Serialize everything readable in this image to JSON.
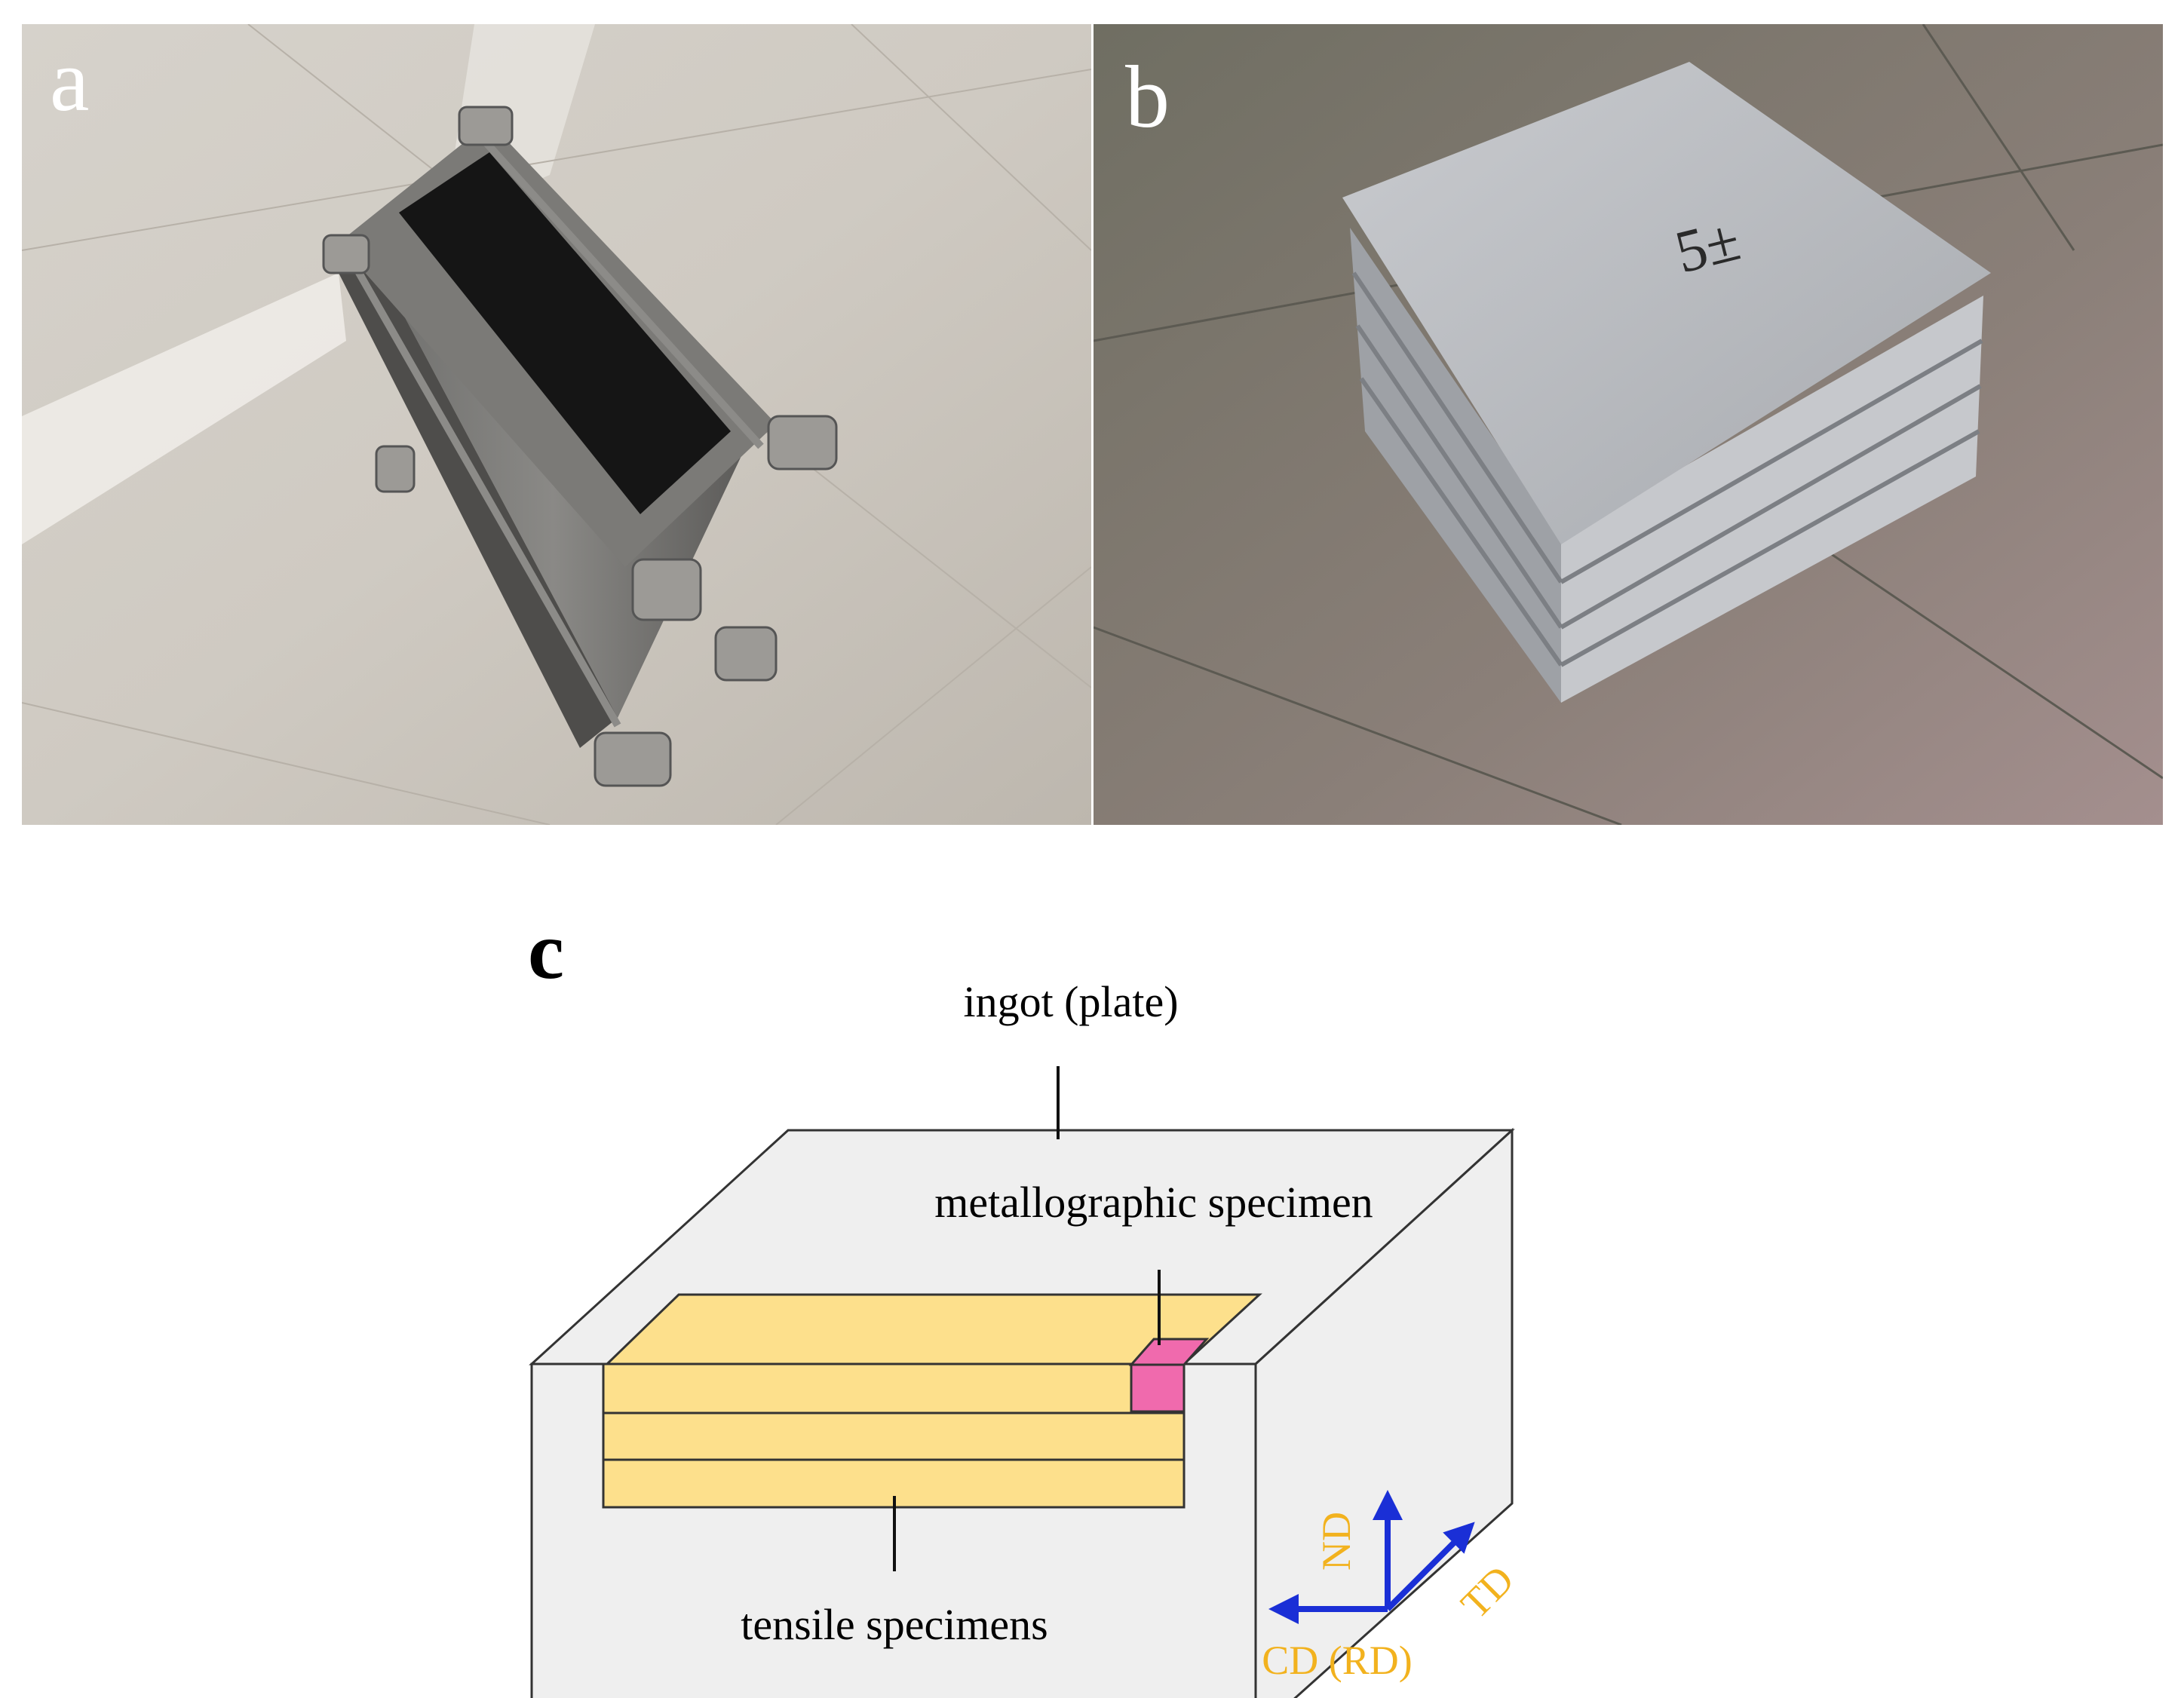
{
  "panels": {
    "a": {
      "label": "a"
    },
    "b": {
      "label": "b",
      "marking": "5±"
    },
    "c": {
      "label": "c",
      "ingot_label": "ingot (plate)",
      "metallographic_label": "metallographic specimen",
      "tensile_label": "tensile specimens",
      "axes": {
        "nd": "ND",
        "td": "TD",
        "cd": "CD (RD)"
      }
    }
  },
  "colors": {
    "ingot_fill": "#efefef",
    "tensile_fill": "#fde08c",
    "metallographic_fill": "#f06aad",
    "axis_arrow": "#1a2fd6",
    "axis_text": "#f2b21e"
  }
}
